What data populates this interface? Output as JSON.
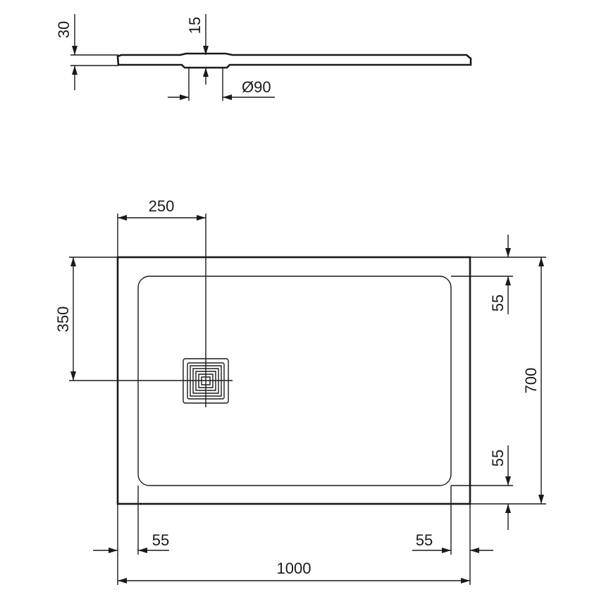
{
  "side_view": {
    "dim_thickness": "30",
    "dim_drain_depth": "15",
    "dim_drain_diameter": "Ø90"
  },
  "plan_view": {
    "dim_drain_x": "250",
    "dim_drain_y": "350",
    "dim_width": "1000",
    "dim_depth": "700",
    "dim_rim_top": "55",
    "dim_rim_bottom": "55",
    "dim_rim_left": "55",
    "dim_rim_right": "55"
  }
}
